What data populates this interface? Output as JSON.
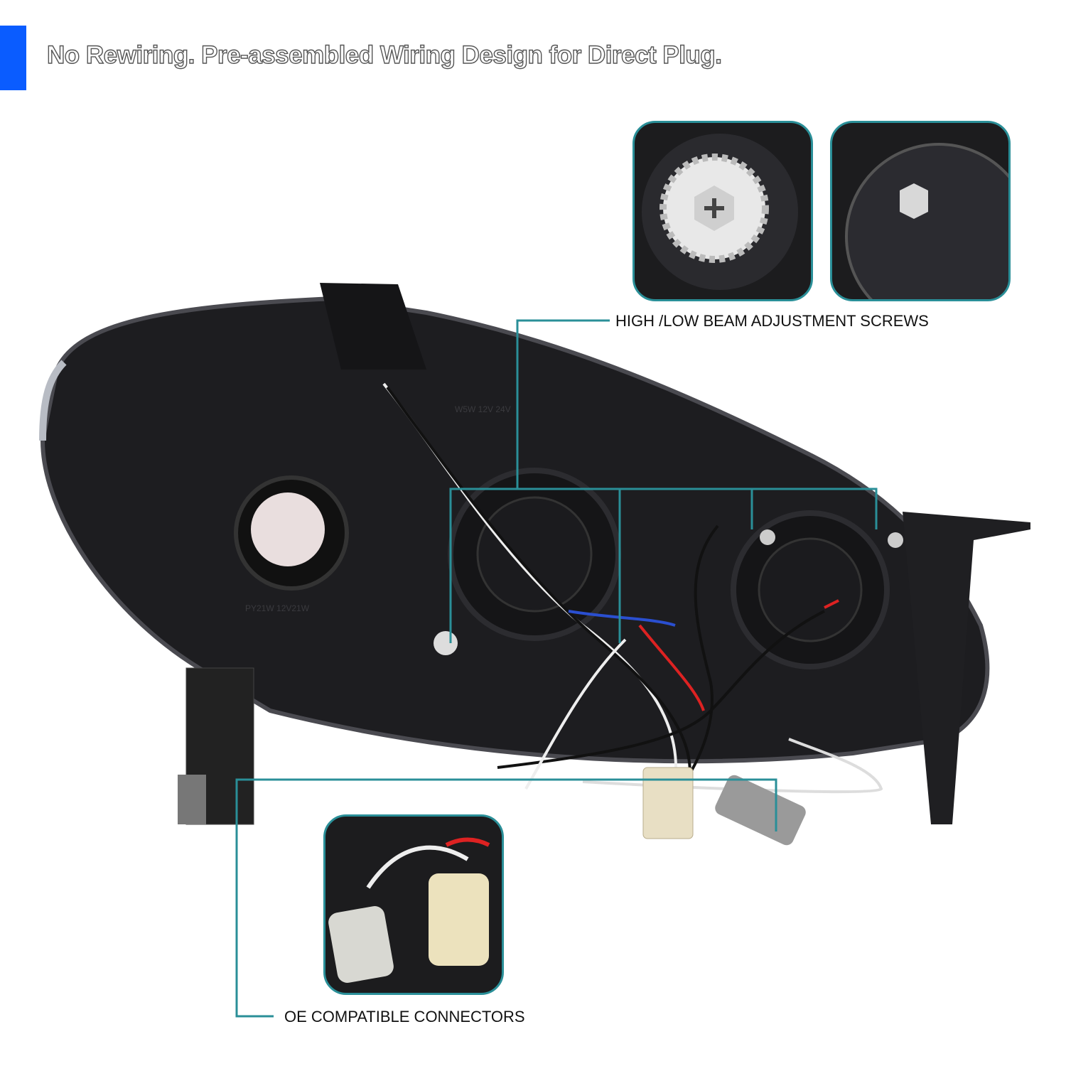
{
  "header": {
    "title": "No Rewiring. Pre-assembled Wiring Design for Direct Plug.",
    "accent_color": "#0a5cff"
  },
  "callouts": {
    "adjustment_screws": "HIGH /LOW BEAM ADJUSTMENT SCREWS",
    "connectors": "OE COMPATIBLE CONNECTORS",
    "line_color": "#2a8f98"
  },
  "product": {
    "bulb_markings": [
      "PY21W 12V21W",
      "W5W 12V 24V"
    ]
  }
}
